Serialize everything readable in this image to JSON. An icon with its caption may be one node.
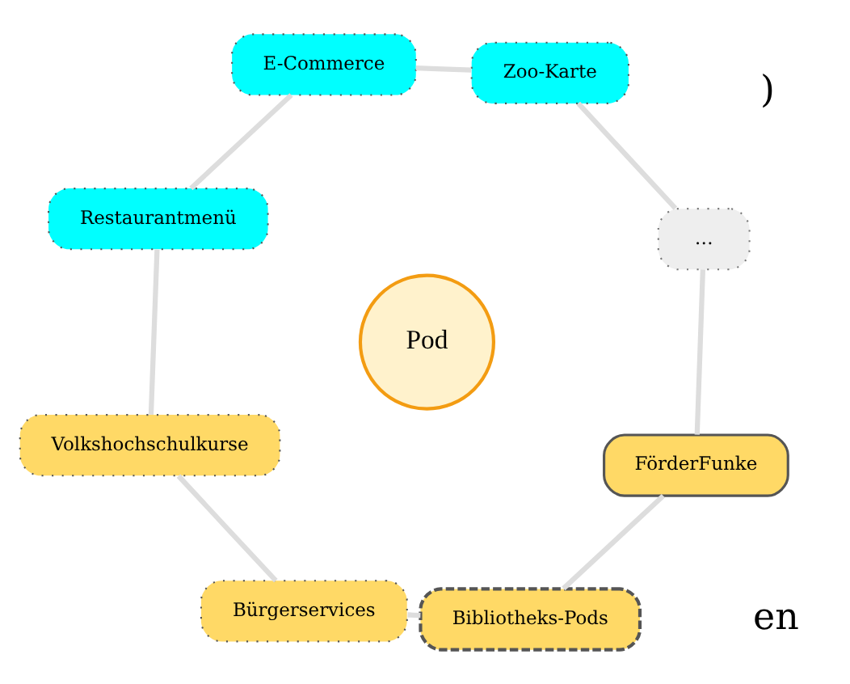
{
  "diagram": {
    "nodes": [
      {
        "text": [
          "Zoo-Karte"
        ]
      },
      {
        "text": [
          "E-Commerce"
        ]
      },
      {
        "text": [
          "…"
        ]
      },
      {
        "text": [
          "Restaurantmenü"
        ]
      },
      {
        "text": [
          "Pod"
        ]
      },
      {
        "text": [
          "FörderFunke"
        ]
      },
      {
        "text": [
          "Volkshochschulkurse"
        ]
      },
      {
        "text": [
          "Bibliotheks-Pods"
        ]
      },
      {
        "text": [
          "Bürgerservices"
        ]
      }
    ],
    "edges": [
      {
        "from": 0,
        "to": 2,
        "arrow": "none"
      },
      {
        "from": 2,
        "to": 5,
        "arrow": "none"
      },
      {
        "from": 5,
        "to": 7,
        "arrow": "none"
      },
      {
        "from": 7,
        "to": 8,
        "arrow": "none"
      },
      {
        "from": 8,
        "to": 6,
        "arrow": "none"
      },
      {
        "from": 6,
        "to": 3,
        "arrow": "none"
      },
      {
        "from": 3,
        "to": 1,
        "arrow": "none"
      },
      {
        "from": 1,
        "to": 0,
        "arrow": "none"
      }
    ],
    "labels": [
      "en",
      ")"
    ]
  }
}
